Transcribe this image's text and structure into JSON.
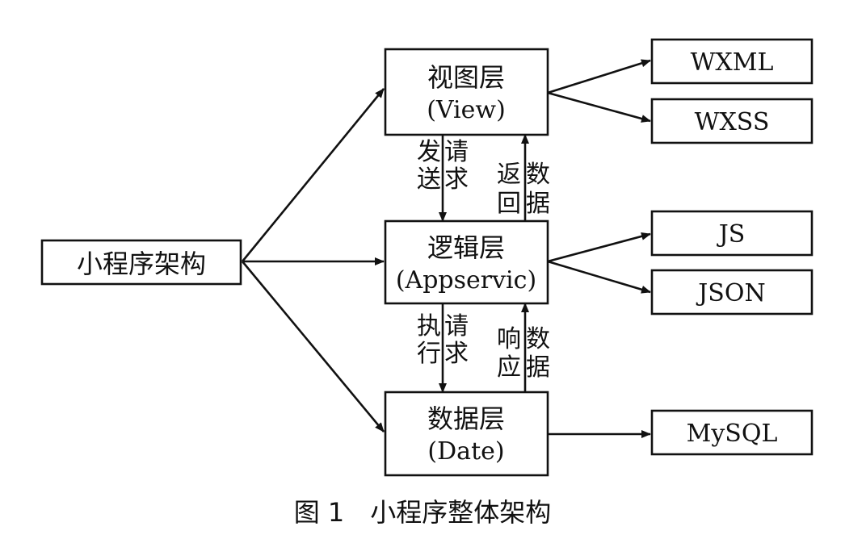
{
  "diagram": {
    "nodes": {
      "root": {
        "label": "小程序架构"
      },
      "view": {
        "label1": "视图层",
        "label2": "(View)"
      },
      "logic": {
        "label1": "逻辑层",
        "label2": "(Appservic)"
      },
      "data": {
        "label1": "数据层",
        "label2": "(Date)"
      },
      "wxml": {
        "label": "WXML"
      },
      "wxss": {
        "label": "WXSS"
      },
      "js": {
        "label": "JS"
      },
      "json": {
        "label": "JSON"
      },
      "mysql": {
        "label": "MySQL"
      }
    },
    "edge_labels": {
      "send_request": "发送请求",
      "return_data": "返回数据",
      "execute_request": "执行请求",
      "response_data": "响应数据"
    }
  },
  "caption": "图 1　小程序整体架构"
}
